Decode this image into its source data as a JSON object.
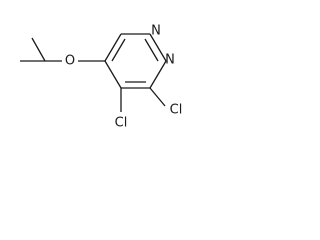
{
  "molecule": {
    "atoms": {
      "n1": "N",
      "n2": "N",
      "cl_right": "Cl",
      "cl_bottom": "Cl",
      "oxygen": "O"
    }
  },
  "colors": {
    "bond": "#1a1a1a",
    "text": "#1a1a1a",
    "background": "#ffffff"
  }
}
